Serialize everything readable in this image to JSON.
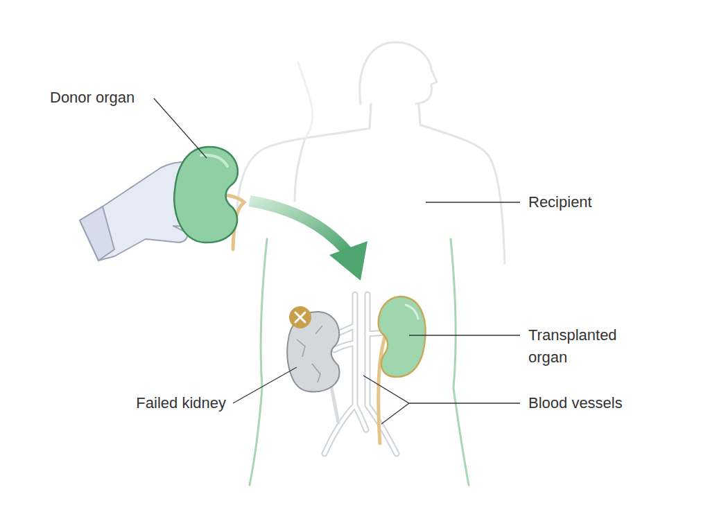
{
  "diagram": {
    "labels": [
      "Donor organ",
      "Recipient",
      "Transplanted organ",
      "Failed kidney",
      "Blood vessels"
    ]
  }
}
